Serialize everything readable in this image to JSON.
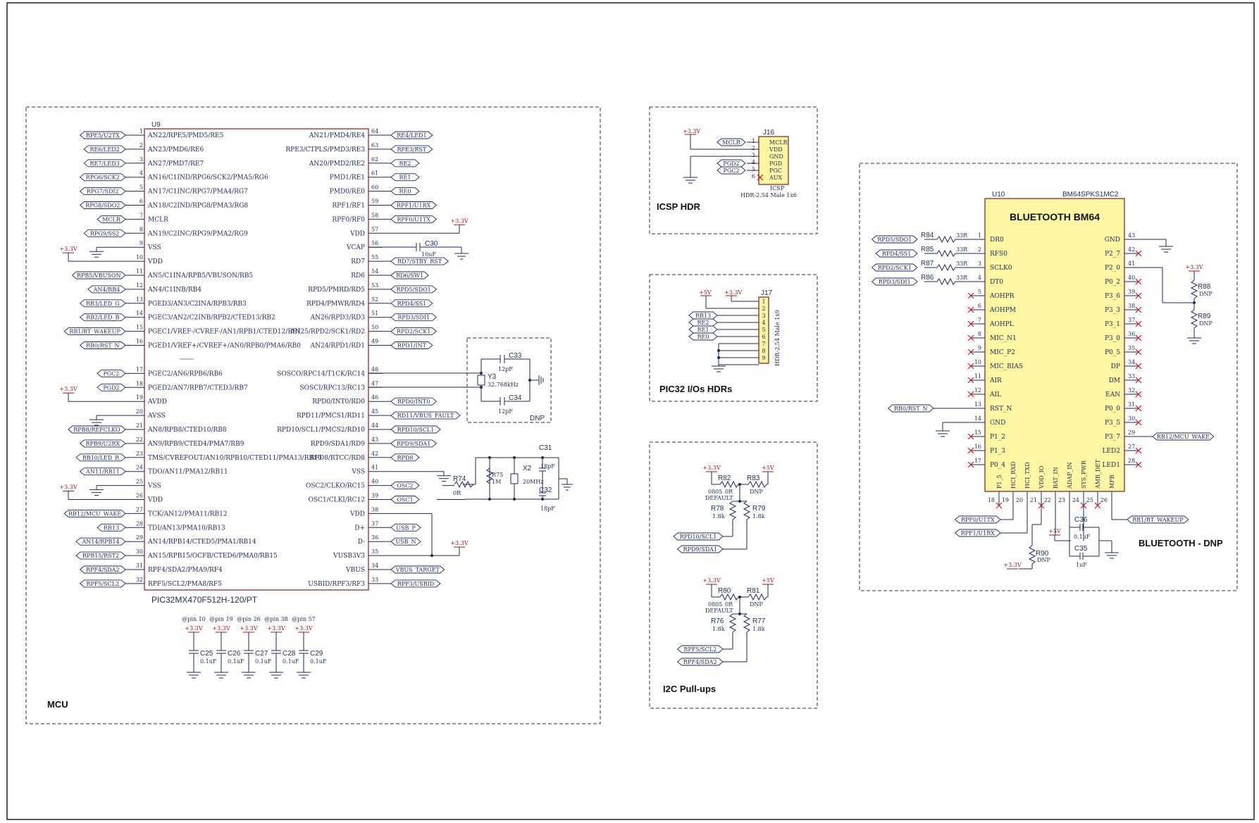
{
  "sections": {
    "mcu": "MCU",
    "icsp": "ICSP HDR",
    "pic32_ios": "PIC32 I/Os HDRs",
    "i2c": "I2C Pull-ups",
    "bluetooth": "BLUETOOTH - DNP",
    "dnp_crystal": "DNP"
  },
  "mcu": {
    "ref": "U9",
    "part": "PIC32MX470F512H-120/PT",
    "left_pins": [
      {
        "num": "1",
        "name": "AN22/RPE5/PMD5/RE5",
        "net": "RPE5/U2TX"
      },
      {
        "num": "2",
        "name": "AN23/PMD6/RE6",
        "net": "RE6/LED2"
      },
      {
        "num": "3",
        "name": "AN27/PMD7/RE7",
        "net": "RE7/LED3"
      },
      {
        "num": "4",
        "name": "AN16/C1IND/RPG6/SCK2/PMA5/RG6",
        "net": "RPG6/SCK2"
      },
      {
        "num": "5",
        "name": "AN17/C1INC/RPG7/PMA4/RG7",
        "net": "RPG7/SDI2"
      },
      {
        "num": "6",
        "name": "AN18/C2IND/RPG8/PMA3/RG8",
        "net": "RPG8/SDO2"
      },
      {
        "num": "7",
        "name": "MCLR",
        "net": "MCLR"
      },
      {
        "num": "8",
        "name": "AN19/C2INC/RPG9/PMA2/RG9",
        "net": "RPG9/SS2"
      },
      {
        "num": "9",
        "name": "VSS",
        "net": ""
      },
      {
        "num": "10",
        "name": "VDD",
        "net": ""
      },
      {
        "num": "11",
        "name": "AN5/C1INA/RPB5/VBUSON/RB5",
        "net": "RPB5/VBUSON"
      },
      {
        "num": "12",
        "name": "AN4/C1INB/RB4",
        "net": "AN4/RB4"
      },
      {
        "num": "13",
        "name": "PGED3/AN3/C2INA/RPB3/RB3",
        "net": "RB3/LED_G"
      },
      {
        "num": "14",
        "name": "PGEC3/AN2/C2INB/RPB2/CTED13/RB2",
        "net": "RB2/LED_B"
      },
      {
        "num": "15",
        "name": "PGEC1/VREF-/CVREF-/AN1/RPB1/CTED12/RB1",
        "net": "RB1/BT_WAKEUP"
      },
      {
        "num": "16",
        "name": "PGED1/VREF+/CVREF+/AN0/RPB0/PMA6/RB0",
        "net": "RB0/RST_N"
      },
      {
        "num": "17",
        "name": "PGEC2/AN6/RPB6/RB6",
        "net": "PGC2"
      },
      {
        "num": "18",
        "name": "PGED2/AN7/RPB7/CTED3/RB7",
        "net": "PGD2"
      },
      {
        "num": "19",
        "name": "AVDD",
        "net": ""
      },
      {
        "num": "20",
        "name": "AVSS",
        "net": ""
      },
      {
        "num": "21",
        "name": "AN8/RPB8/CTED10/RB8",
        "net": "RPB8/REFCLKO"
      },
      {
        "num": "22",
        "name": "AN9/RPB9/CTED4/PMA7/RB9",
        "net": "RPB9/U2RX"
      },
      {
        "num": "23",
        "name": "TMS/CVREFOUT/AN10/RPB10/CTED11/PMA13/RB10",
        "net": "RB10/LED_R"
      },
      {
        "num": "24",
        "name": "TDO/AN11/PMA12/RB11",
        "net": "AN11/RB11"
      },
      {
        "num": "25",
        "name": "VSS",
        "net": ""
      },
      {
        "num": "26",
        "name": "VDD",
        "net": ""
      },
      {
        "num": "27",
        "name": "TCK/AN12/PMA11/RB12",
        "net": "RB12/MCU_WAKE"
      },
      {
        "num": "28",
        "name": "TDI/AN13/PMA10/RB13",
        "net": "RB13"
      },
      {
        "num": "29",
        "name": "AN14/RPB14/CTED5/PMA1/RB14",
        "net": "AN14/RPB14"
      },
      {
        "num": "30",
        "name": "AN15/RPB15/OCFB/CTED6/PMA0/RB15",
        "net": "RPB15/RST2"
      },
      {
        "num": "31",
        "name": "RPF4/SDA2/PMA9/RF4",
        "net": "RPF4/SDA2"
      },
      {
        "num": "32",
        "name": "RPF5/SCL2/PMA8/RF5",
        "net": "RPF5/SCL2"
      }
    ],
    "right_pins": [
      {
        "num": "64",
        "name": "AN21/PMD4/RE4",
        "net": "RE4/LED1"
      },
      {
        "num": "63",
        "name": "RPE3/CTPLS/PMD3/RE3",
        "net": "RPE3/RST"
      },
      {
        "num": "62",
        "name": "AN20/PMD2/RE2",
        "net": "RE2"
      },
      {
        "num": "61",
        "name": "PMD1/RE1",
        "net": "RE1"
      },
      {
        "num": "60",
        "name": "PMD0/RE0",
        "net": "RE0"
      },
      {
        "num": "59",
        "name": "RPF1/RF1",
        "net": "RPF1/U1RX"
      },
      {
        "num": "58",
        "name": "RPF0/RF0",
        "net": "RPF0/U1TX"
      },
      {
        "num": "57",
        "name": "VDD",
        "net": ""
      },
      {
        "num": "56",
        "name": "VCAP",
        "net": ""
      },
      {
        "num": "55",
        "name": "RD7",
        "net": "RD7/STBY_RST"
      },
      {
        "num": "54",
        "name": "RD6",
        "net": "RD6/SW1"
      },
      {
        "num": "53",
        "name": "RPD5/PMRD/RD5",
        "net": "RPD5/SDO1"
      },
      {
        "num": "52",
        "name": "RPD4/PMWR/RD4",
        "net": "RPD4/SS1"
      },
      {
        "num": "51",
        "name": "AN26/RPD3/RD3",
        "net": "RPD3/SDI1"
      },
      {
        "num": "50",
        "name": "AN25/RPD2/SCK1/RD2",
        "net": "RPD2/SCK1"
      },
      {
        "num": "49",
        "name": "AN24/RPD1/RD1",
        "net": "RPD1/INT"
      },
      {
        "num": "48",
        "name": "SOSCO/RPC14/T1CK/RC14",
        "net": ""
      },
      {
        "num": "47",
        "name": "SOSCI/RPC13/RC13",
        "net": ""
      },
      {
        "num": "46",
        "name": "RPD0/INT0/RD0",
        "net": "RPD0/INT0"
      },
      {
        "num": "45",
        "name": "RPD11/PMCS1/RD11",
        "net": "RD11/VBUS_FAULT"
      },
      {
        "num": "44",
        "name": "RPD10/SCL1/PMCS2/RD10",
        "net": "RPD10/SCL1"
      },
      {
        "num": "43",
        "name": "RPD9/SDA1/RD9",
        "net": "RPD9/SDA1"
      },
      {
        "num": "42",
        "name": "RPD8/RTCC/RD8",
        "net": "RPD8"
      },
      {
        "num": "41",
        "name": "VSS",
        "net": ""
      },
      {
        "num": "40",
        "name": "OSC2/CLKO/RC15",
        "net": "OSC2"
      },
      {
        "num": "39",
        "name": "OSC1/CLKI/RC12",
        "net": "OSC1"
      },
      {
        "num": "38",
        "name": "VDD",
        "net": ""
      },
      {
        "num": "37",
        "name": "D+",
        "net": "USB_P"
      },
      {
        "num": "36",
        "name": "D-",
        "net": "USB_N"
      },
      {
        "num": "35",
        "name": "VUSB3V3",
        "net": ""
      },
      {
        "num": "34",
        "name": "VBUS",
        "net": "VBUS_TARGET"
      },
      {
        "num": "33",
        "name": "USBID/RPF3/RF3",
        "net": "RPF3/USBID"
      }
    ],
    "power": "+3.3V",
    "vcap": {
      "ref": "C30",
      "value": "10uF"
    },
    "crystal": {
      "ref": "Y3",
      "value": "32.768kHz",
      "c1": "C33",
      "c2": "C34",
      "cval": "12pF"
    },
    "osc": {
      "ref": "X2",
      "value": "20MHz",
      "r1": "R74",
      "r1v": "0R",
      "r2": "R75",
      "r2v": "1M",
      "c1": "C31",
      "c2": "C32",
      "cval": "18pF"
    },
    "decoupling": [
      {
        "note": "@pin 10",
        "ref": "C25",
        "value": "0.1uF"
      },
      {
        "note": "@pin 19",
        "ref": "C26",
        "value": "0.1uF"
      },
      {
        "note": "@pin 26",
        "ref": "C27",
        "value": "0.1uF"
      },
      {
        "note": "@pin 38",
        "ref": "C28",
        "value": "0.1uF"
      },
      {
        "note": "@pin 57",
        "ref": "C29",
        "value": "0.1uF"
      }
    ]
  },
  "icsp": {
    "ref": "J16",
    "power": "+3.3V",
    "title": "ICSP",
    "part": "HDR-2.54 Male 1x6",
    "pins": [
      {
        "num": "1",
        "name": "MCLR",
        "net": "MCLR"
      },
      {
        "num": "2",
        "name": "VDD",
        "net": ""
      },
      {
        "num": "3",
        "name": "GND",
        "net": ""
      },
      {
        "num": "4",
        "name": "PGD",
        "net": "PGD2"
      },
      {
        "num": "5",
        "name": "PGC",
        "net": "PGC2"
      },
      {
        "num": "6",
        "name": "AUX",
        "net": ""
      }
    ]
  },
  "pic32_hdr": {
    "ref": "J17",
    "part": "HDR-2.54 Male 1x9",
    "p5": "+5V",
    "p33": "+3.3V",
    "nets": [
      "RB13",
      "RE2",
      "RE1",
      "RE0"
    ],
    "pins": [
      "1",
      "2",
      "3",
      "4",
      "5",
      "6",
      "7",
      "8",
      "9"
    ]
  },
  "i2c": {
    "top": {
      "p33": "+3.3V",
      "p5": "+5V",
      "ra": "R82",
      "rav": "0R",
      "size": "0805",
      "def": "DEFAULT",
      "rb": "R83",
      "rbv": "DNP",
      "rc": "R78",
      "rcv": "1.8k",
      "rd": "R79",
      "rdv": "1.8k",
      "n1": "RPD10/SCL1",
      "n2": "RPD9/SDA1"
    },
    "bot": {
      "p33": "+3.3V",
      "p5": "+5V",
      "ra": "R80",
      "rav": "0R",
      "size": "0805",
      "def": "DEFAULT",
      "rb": "R81",
      "rbv": "DNP",
      "rc": "R76",
      "rcv": "1.8k",
      "rd": "R77",
      "rdv": "1.8k",
      "n1": "RPF5/SCL2",
      "n2": "RPF4/SDA2"
    }
  },
  "bt": {
    "ref": "U10",
    "part": "BM64SPKS1MC2",
    "title": "BLUETOOTH BM64",
    "left_pins": [
      {
        "num": "1",
        "name": "DR0"
      },
      {
        "num": "2",
        "name": "RFS0"
      },
      {
        "num": "3",
        "name": "SCLK0"
      },
      {
        "num": "4",
        "name": "DT0"
      },
      {
        "num": "5",
        "name": "AOHPR"
      },
      {
        "num": "6",
        "name": "AOHPM"
      },
      {
        "num": "7",
        "name": "AOHPL"
      },
      {
        "num": "8",
        "name": "MIC_N1"
      },
      {
        "num": "9",
        "name": "MIC_P2"
      },
      {
        "num": "10",
        "name": "MIC_BIAS"
      },
      {
        "num": "11",
        "name": "AIR"
      },
      {
        "num": "12",
        "name": "AIL"
      },
      {
        "num": "13",
        "name": "RST_N"
      },
      {
        "num": "14",
        "name": "GND"
      },
      {
        "num": "15",
        "name": "P1_2"
      },
      {
        "num": "16",
        "name": "P1_3"
      },
      {
        "num": "17",
        "name": "P0_4"
      }
    ],
    "right_pins": [
      {
        "num": "43",
        "name": "GND"
      },
      {
        "num": "42",
        "name": "P2_7"
      },
      {
        "num": "41",
        "name": "P2_0"
      },
      {
        "num": "40",
        "name": "P0_2"
      },
      {
        "num": "39",
        "name": "P3_6"
      },
      {
        "num": "38",
        "name": "P3_3"
      },
      {
        "num": "37",
        "name": "P3_1"
      },
      {
        "num": "36",
        "name": "P3_0"
      },
      {
        "num": "35",
        "name": "P0_5"
      },
      {
        "num": "34",
        "name": "DP"
      },
      {
        "num": "33",
        "name": "DM"
      },
      {
        "num": "32",
        "name": "EAN"
      },
      {
        "num": "31",
        "name": "P0_0"
      },
      {
        "num": "30",
        "name": "P3_5"
      },
      {
        "num": "29",
        "name": "P3_7"
      },
      {
        "num": "27",
        "name": "LED2"
      },
      {
        "num": "28",
        "name": "LED1"
      }
    ],
    "bottom_pins": [
      {
        "num": "18",
        "name": "P1_5"
      },
      {
        "num": "19",
        "name": "HCI_RXD"
      },
      {
        "num": "20",
        "name": "HCI_TXD"
      },
      {
        "num": "21",
        "name": "VDD_IO"
      },
      {
        "num": "22",
        "name": "BAT_IN"
      },
      {
        "num": "23",
        "name": "ADAP_IN"
      },
      {
        "num": "24",
        "name": "SYS_PWR"
      },
      {
        "num": "25",
        "name": "AMB_DET"
      },
      {
        "num": "26",
        "name": "MFB"
      }
    ],
    "series_r": [
      {
        "ref": "R84",
        "value": "33R",
        "net": "RPD5/SDO1"
      },
      {
        "ref": "R85",
        "value": "33R",
        "net": "RPD4/SS1"
      },
      {
        "ref": "R87",
        "value": "33R",
        "net": "RPD2/SCK1"
      },
      {
        "ref": "R86",
        "value": "33R",
        "net": "RPD3/SDI1"
      }
    ],
    "rst_net": "RB0/RST_N",
    "wake_net": "RB12/MCU_WAKE",
    "btwake_net": "RB1/BT_WAKEUP",
    "tx_net": "RPF0/U1TX",
    "rx_net": "RPF1/U1RX",
    "r88": "R88",
    "r89": "R89",
    "r90": "R90",
    "dnp": "DNP",
    "c36": "C36",
    "c36v": "0.1uF",
    "c35": "C35",
    "c35v": "1uF",
    "p33": "+3.3V",
    "p5": "+5V"
  }
}
